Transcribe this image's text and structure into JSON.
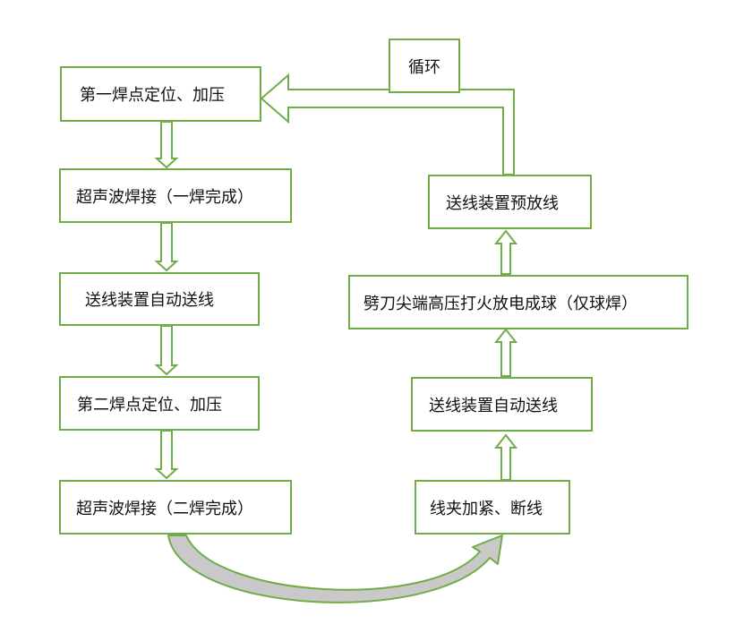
{
  "steps": {
    "first_weld_position": "第一焊点定位、加压",
    "ultrasonic_first_weld": "超声波焊接（一焊完成）",
    "auto_feed_wire_left": "送线装置自动送线",
    "second_weld_position": "第二焊点定位、加压",
    "ultrasonic_second_weld": "超声波焊接（二焊完成）",
    "clamp_cut_wire": "线夹加紧、断线",
    "auto_feed_wire_right": "送线装置自动送线",
    "efo_ball_forming": "劈刀尖端高压打火放电成球（仅球焊）",
    "wire_feed_preload": "送线装置预放线",
    "loop": "循环"
  },
  "colors": {
    "accent": "#70ad47",
    "curved_arrow_fill": "#c9c9c9",
    "text": "#111111"
  }
}
